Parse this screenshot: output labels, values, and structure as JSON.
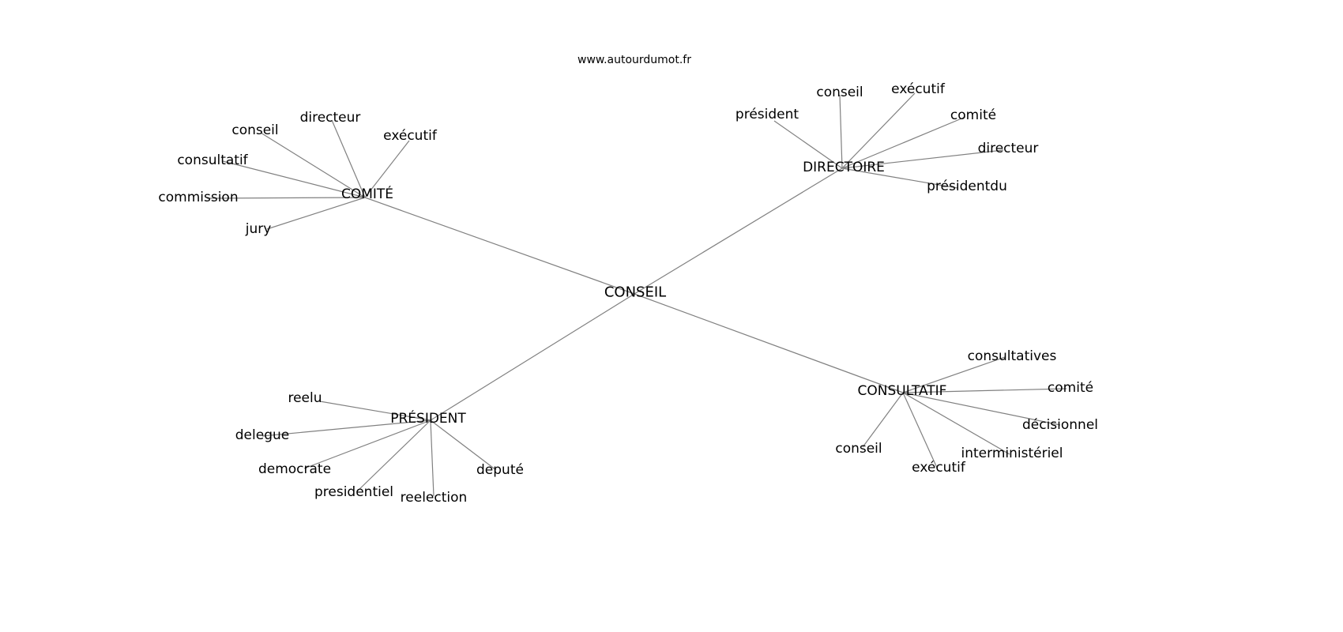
{
  "title": "www.autourdumot.fr",
  "chart_data": {
    "type": "network",
    "title": "www.autourdumot.fr",
    "root": "CONSEIL",
    "edge_color": "#808080",
    "hubs": [
      {
        "label": "COMITÉ",
        "leaves": [
          "conseil",
          "directeur",
          "exécutif",
          "consultatif",
          "commission",
          "jury"
        ]
      },
      {
        "label": "DIRECTOIRE",
        "leaves": [
          "président",
          "conseil",
          "exécutif",
          "comité",
          "directeur",
          "présidentdu"
        ]
      },
      {
        "label": "PRÉSIDENT",
        "leaves": [
          "reelu",
          "delegue",
          "democrate",
          "presidentiel",
          "reelection",
          "deputé"
        ]
      },
      {
        "label": "CONSULTATIF",
        "leaves": [
          "consultatives",
          "comité",
          "décisionnel",
          "interministériel",
          "exécutif",
          "conseil"
        ]
      }
    ]
  }
}
